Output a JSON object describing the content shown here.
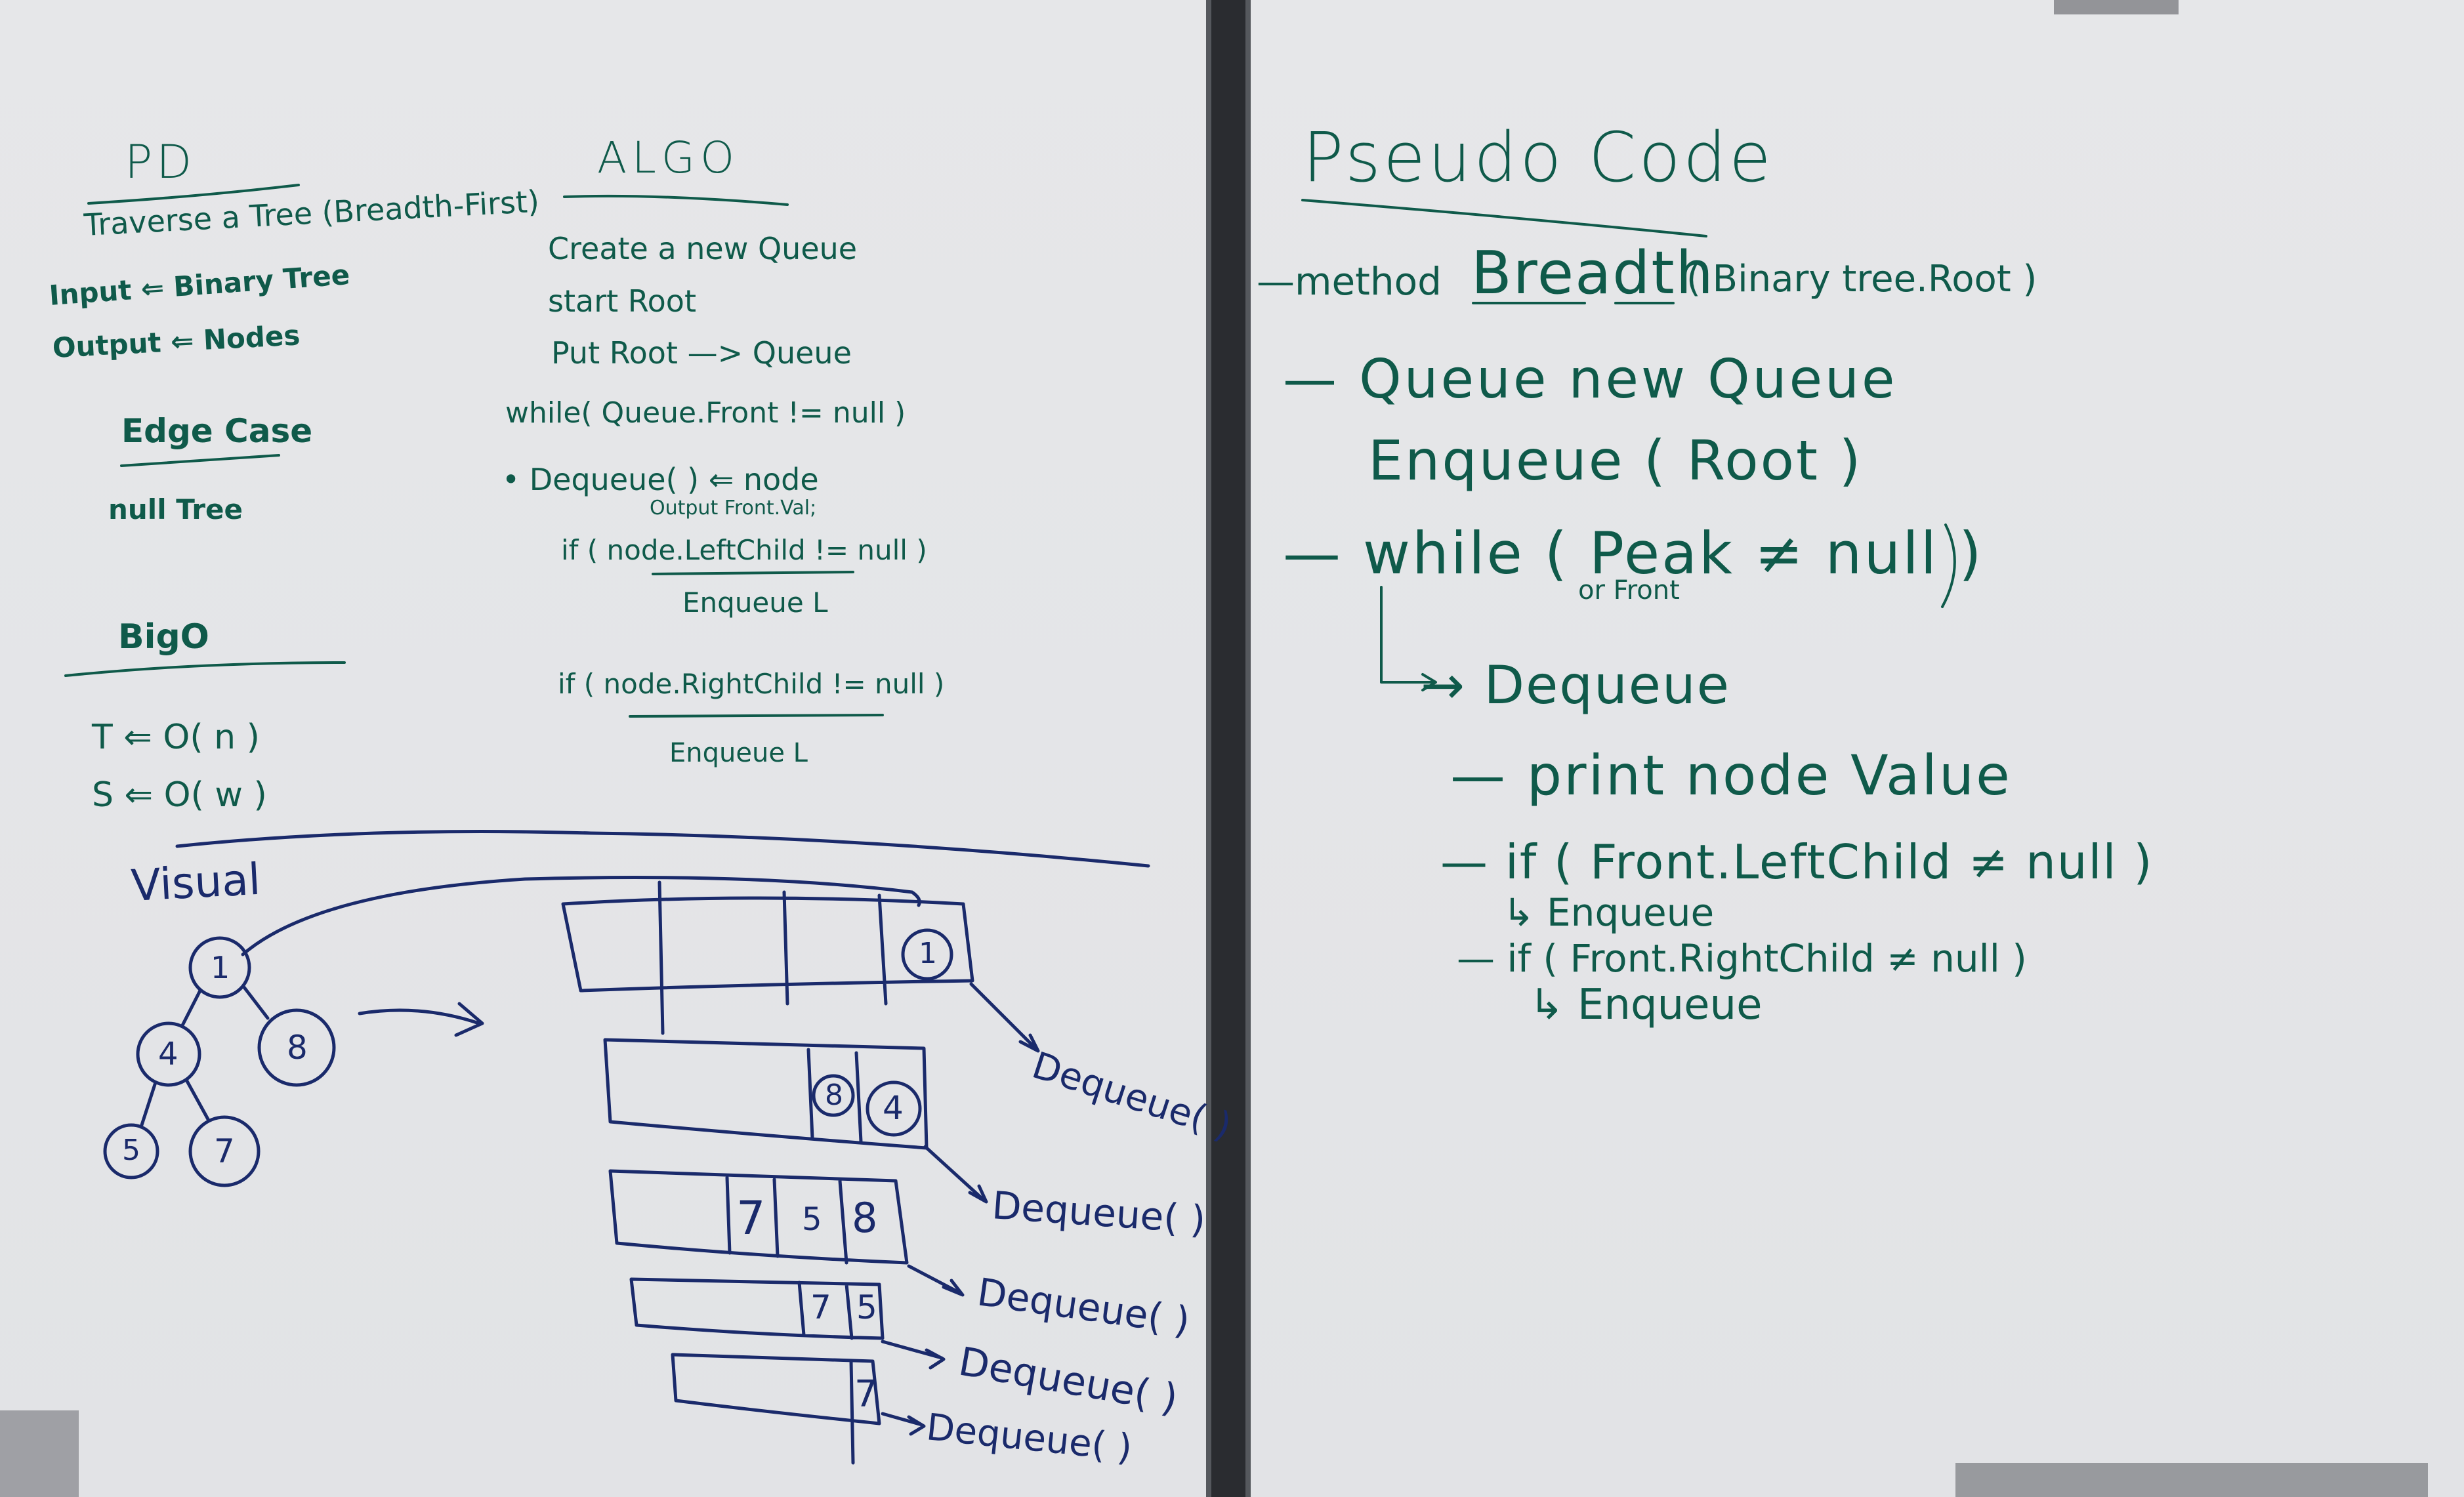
{
  "left_board": {
    "pd": {
      "heading": "PD",
      "problem": "Traverse a Tree (Breadth-First)",
      "input": "Input ⇐ Binary Tree",
      "output": "Output ⇐ Nodes"
    },
    "edge_case": {
      "heading": "Edge Case",
      "item": "null Tree"
    },
    "big_o": {
      "heading": "BigO",
      "time": "T ⇐ O( n )",
      "space": "S ⇐ O( w )"
    },
    "algo": {
      "heading": "ALGO",
      "lines": [
        "Create a new Queue",
        "start Root",
        "Put Root —> Queue",
        "while( Queue.Front != null )",
        "• Dequeue( ) ⇐ node",
        "if ( node.LeftChild != null )",
        "Enqueue L",
        "if ( node.RightChild != null )",
        "Enqueue L"
      ],
      "dequeue_note": "Output Front.Val;"
    },
    "visual": {
      "heading": "Visual",
      "tree_nodes": [
        "1",
        "4",
        "8",
        "5",
        "7"
      ],
      "queue_rows": [
        [
          "1"
        ],
        [
          "8",
          "4"
        ],
        [
          "7",
          "5",
          "8"
        ],
        [
          "7",
          "5"
        ],
        [
          "7"
        ]
      ],
      "dequeue_labels": [
        "Dequeue( )",
        "Dequeue( )",
        "Dequeue( )",
        "Dequeue( )",
        "Dequeue( )"
      ]
    }
  },
  "right_board": {
    "heading": "Pseudo Code",
    "method_prefix": "—method",
    "method_name": "Breadth",
    "method_params": "( Binary tree.Root )",
    "lines": [
      "— Queue   new Queue",
      "Enqueue ( Root )",
      "— while ( Peak ≠ null )",
      "or Front",
      "→ Dequeue",
      "— print  node  Value",
      "— if ( Front.LeftChild ≠ null )",
      "↳ Enqueue",
      "— if ( Front.RightChild ≠ null )",
      "↳ Enqueue"
    ]
  },
  "colors": {
    "green_ink": "#0f5a4a",
    "blue_ink": "#1a2a6b",
    "board": "#e4e5e7",
    "frame": "#2a2c30"
  }
}
